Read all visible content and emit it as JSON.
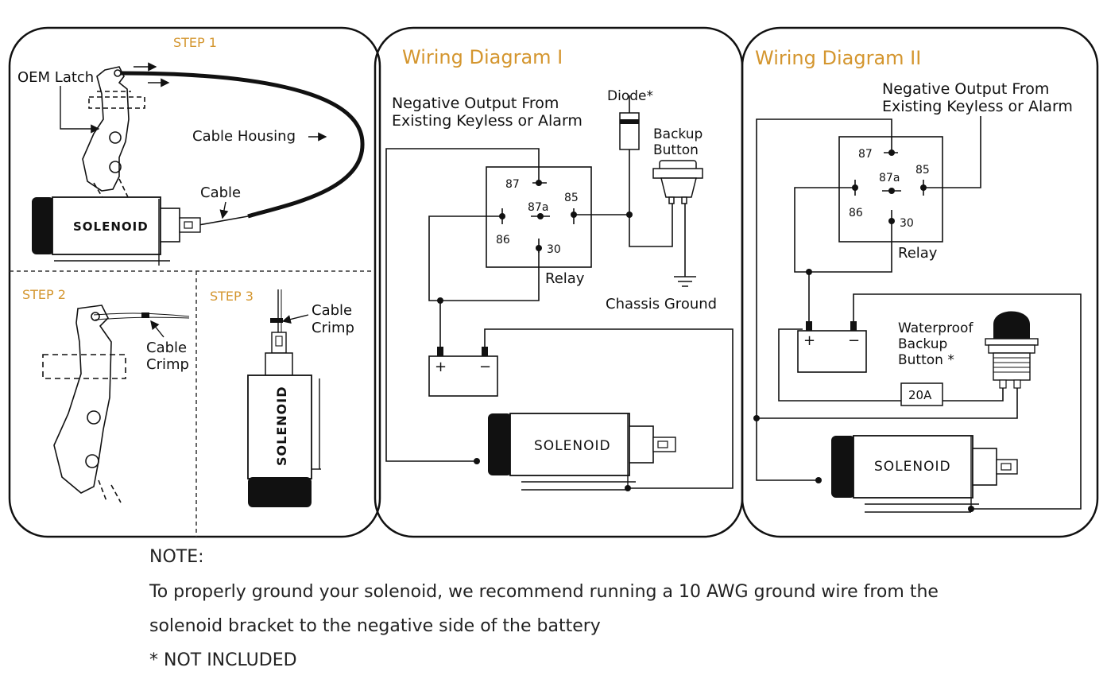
{
  "panel1": {
    "step1": "STEP 1",
    "oem_latch": "OEM Latch",
    "cable_housing": "Cable Housing",
    "cable": "Cable",
    "solenoid": "SOLENOID"
  },
  "panel2": {
    "step2": "STEP 2",
    "step3": "STEP 3",
    "cable_crimp_a1": "Cable",
    "cable_crimp_a2": "Crimp",
    "cable_crimp_b1": "Cable",
    "cable_crimp_b2": "Crimp",
    "solenoid": "SOLENOID"
  },
  "diagram1": {
    "title": "Wiring Diagram I",
    "neg_output_1": "Negative Output From",
    "neg_output_2": "Existing Keyless or Alarm",
    "diode": "Diode*",
    "backup_1": "Backup",
    "backup_2": "Button",
    "relay": "Relay",
    "pin87": "87",
    "pin87a": "87a",
    "pin85": "85",
    "pin86": "86",
    "pin30": "30",
    "chassis_ground": "Chassis Ground",
    "plus": "+",
    "minus": "−",
    "solenoid": "SOLENOID"
  },
  "diagram2": {
    "title": "Wiring Diagram II",
    "neg_output_1": "Negative Output From",
    "neg_output_2": "Existing Keyless or Alarm",
    "relay": "Relay",
    "pin87": "87",
    "pin87a": "87a",
    "pin85": "85",
    "pin86": "86",
    "pin30": "30",
    "waterproof_1": "Waterproof",
    "waterproof_2": "Backup",
    "waterproof_3": "Button *",
    "fuse": "20A",
    "plus": "+",
    "minus": "−",
    "solenoid": "SOLENOID"
  },
  "note": {
    "heading": "NOTE:",
    "line1": "To properly ground your solenoid, we recommend running a 10 AWG ground wire from the",
    "line2": "solenoid bracket to the negative side of the battery",
    "line3": "* NOT INCLUDED"
  },
  "colors": {
    "accent": "#d4962f",
    "ink": "#111111"
  }
}
